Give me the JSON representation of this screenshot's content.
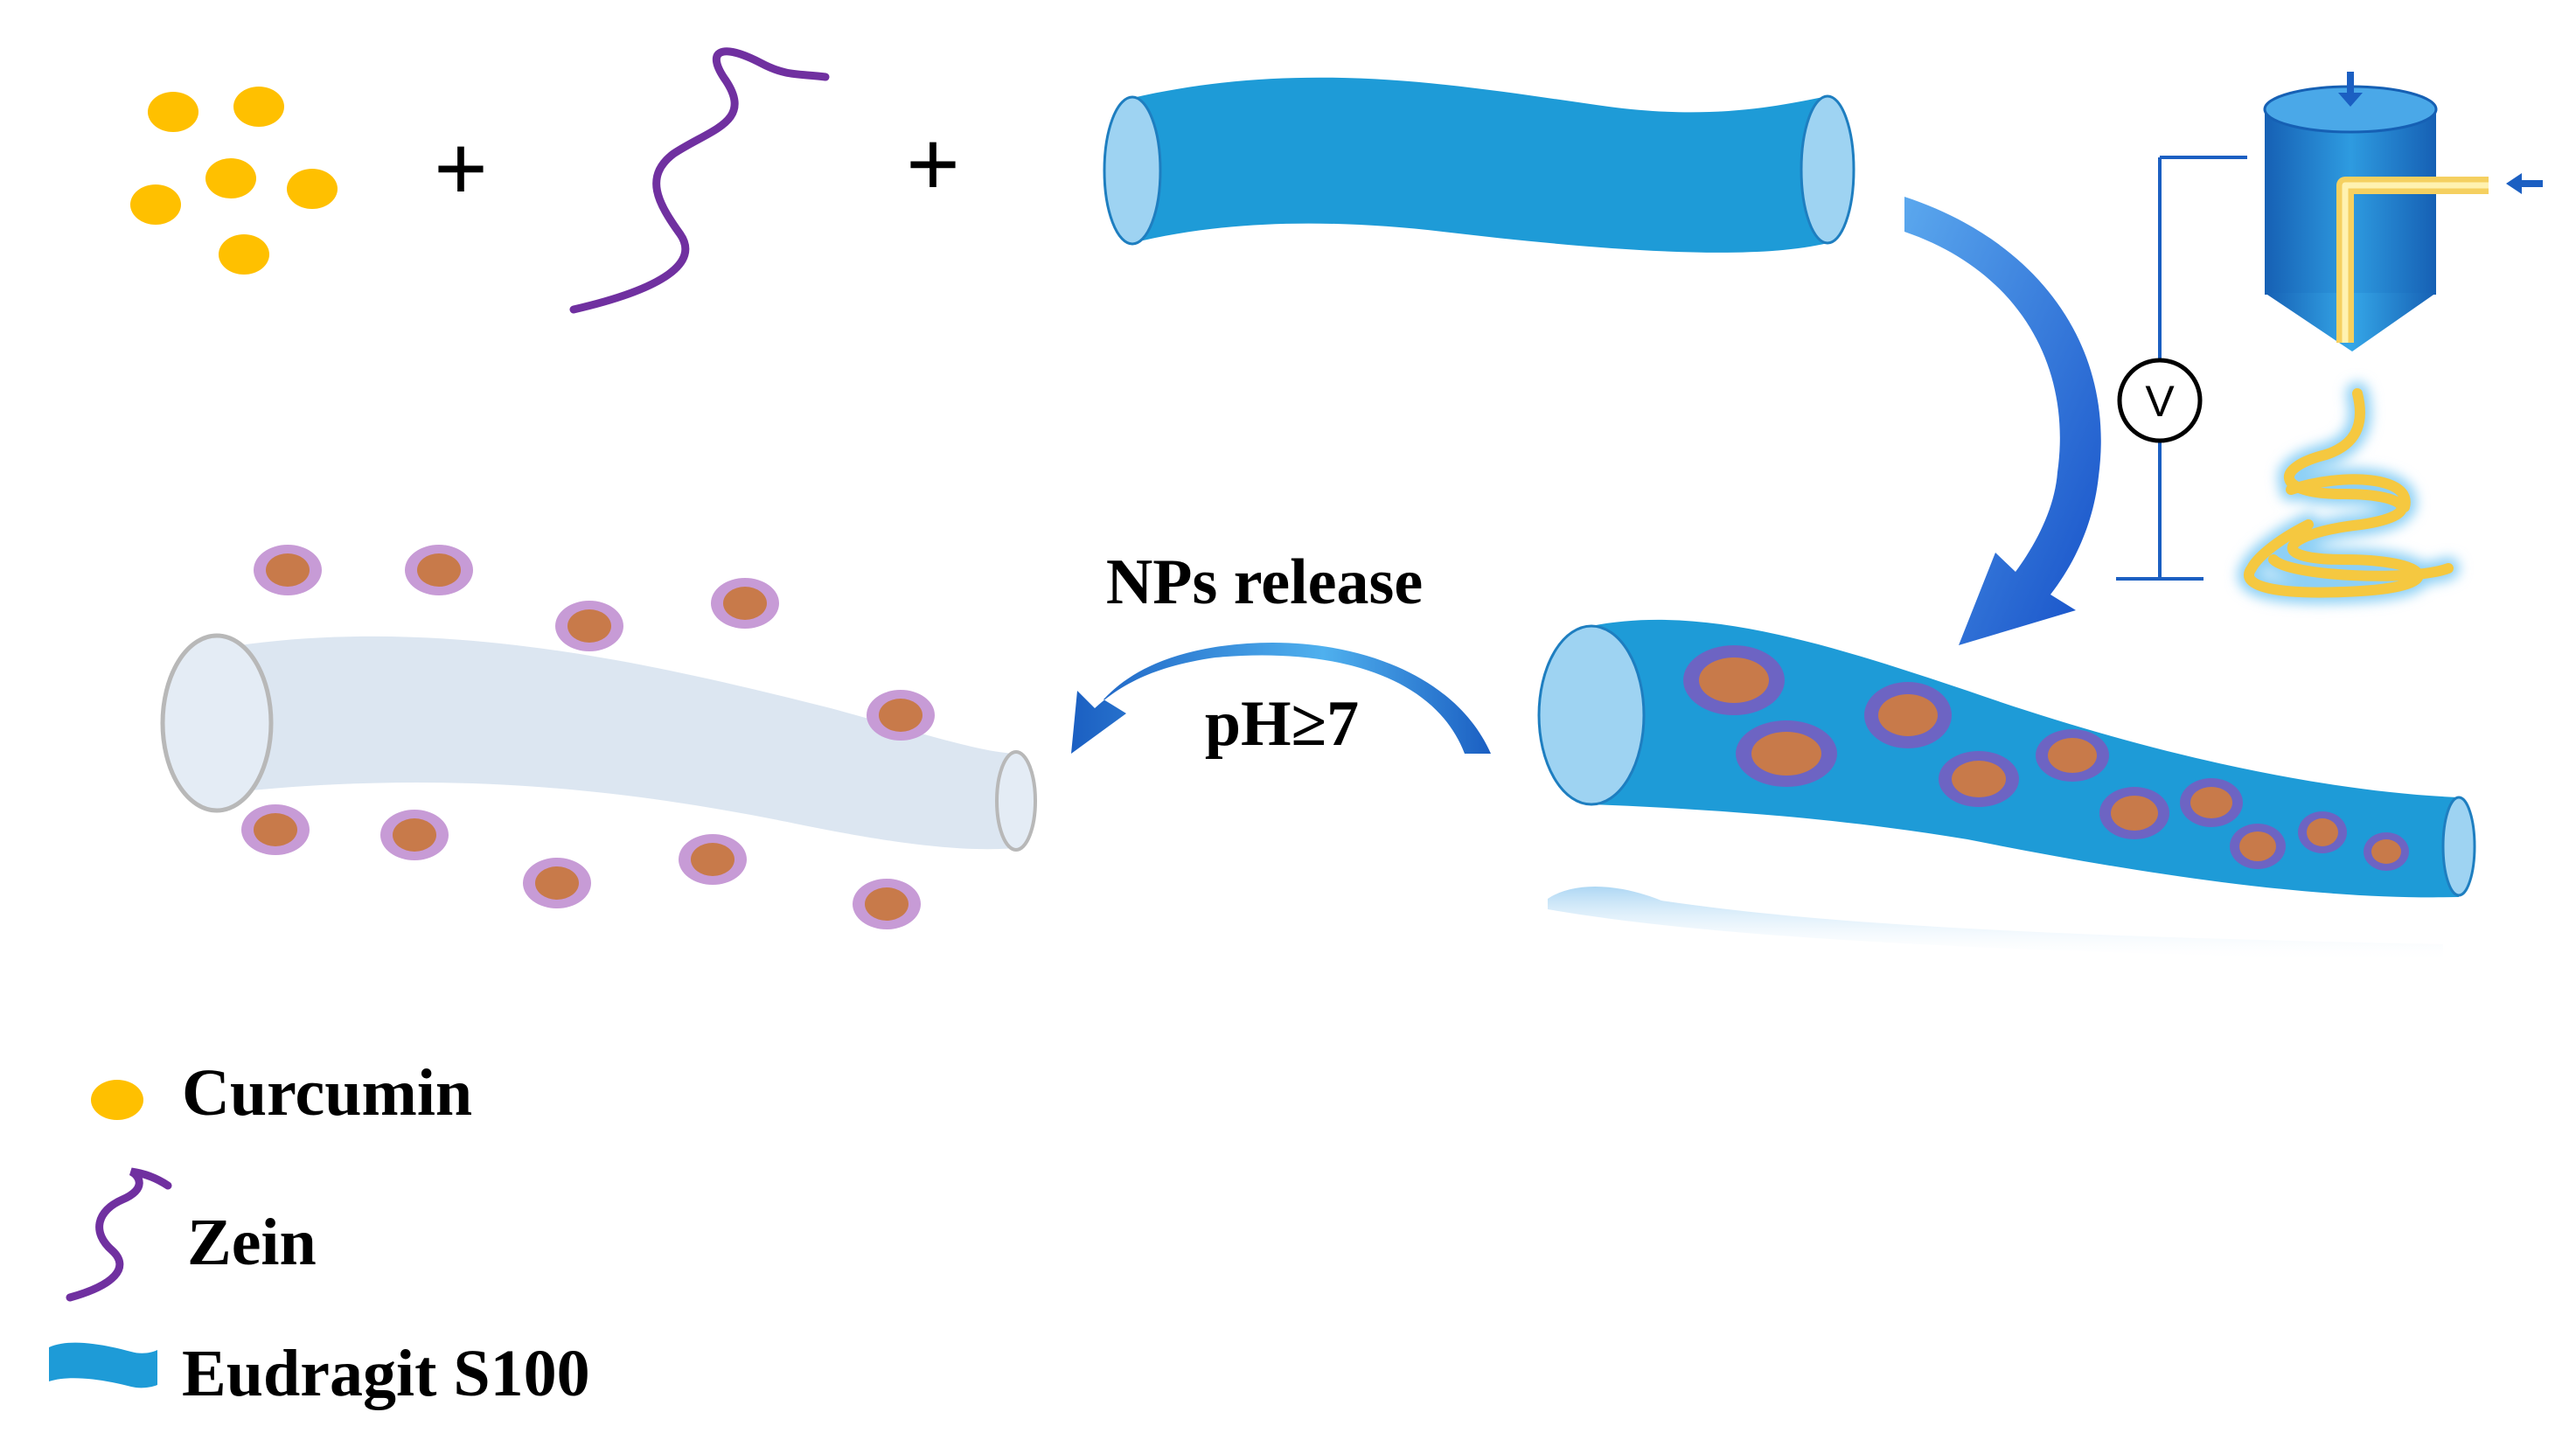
{
  "operators": {
    "plus_1": "+",
    "plus_2": "+"
  },
  "process": {
    "step_label": "NPs release",
    "condition": "pH≥7"
  },
  "device": {
    "voltmeter_symbol": "V"
  },
  "legend": {
    "items": [
      {
        "label": "Curcumin"
      },
      {
        "label": "Zein"
      },
      {
        "label": "Eudragit S100"
      }
    ]
  },
  "colors": {
    "curcumin": "#FFC000",
    "zein": "#7030A0",
    "eudragit": "#1E9BD7",
    "tube_end": "#9ED3F2",
    "faded_tube": "#DCE6F1",
    "np_shell": "#C79BD6",
    "np_core": "#C87A4A",
    "arrow": "#1F6FD0",
    "fiber_glow": "#F5D060"
  }
}
